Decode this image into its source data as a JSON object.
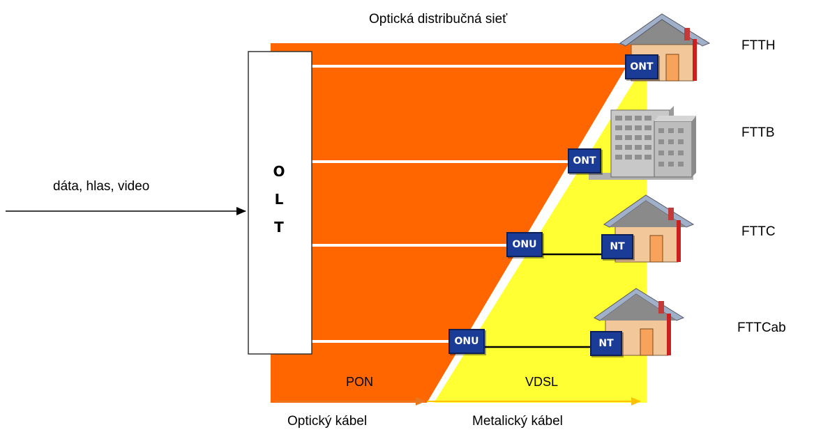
{
  "title": "Optická distribučná sieť",
  "input_label": "dáta, hlas, video",
  "olt_letters": [
    "O",
    "L",
    "T"
  ],
  "variants": [
    "FTTH",
    "FTTB",
    "FTTC",
    "FTTCab"
  ],
  "units": {
    "ont_1": "ONT",
    "ont_2": "ONT",
    "onu_1": "ONU",
    "nt_1": "NT",
    "onu_2": "ONU",
    "nt_2": "NT"
  },
  "zones": {
    "pon": "PON",
    "vdsl": "VDSL"
  },
  "bottom": {
    "optical": "Optický kábel",
    "metallic": "Metalický kábel"
  },
  "colors": {
    "pon": "#ff6600",
    "vdsl": "#ffff33",
    "unit": "#1a3c96",
    "arrow_optical": "#e87722",
    "arrow_metallic": "#ffc000"
  }
}
